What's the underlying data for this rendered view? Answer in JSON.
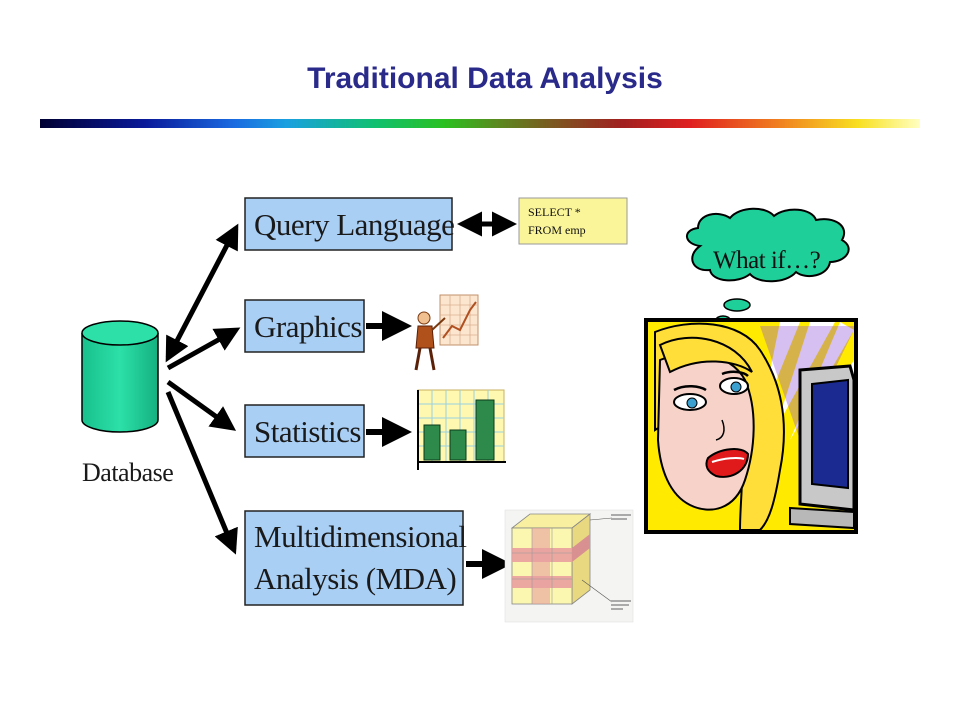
{
  "slide": {
    "title": "Traditional Data Analysis"
  },
  "database": {
    "label": "Database"
  },
  "methods": [
    {
      "label": "Query Language"
    },
    {
      "label": "Graphics"
    },
    {
      "label": "Statistics"
    },
    {
      "label_line1": "Multidimensional",
      "label_line2": "Analysis (MDA)"
    }
  ],
  "query_example": {
    "line1": "SELECT *",
    "line2": "FROM emp"
  },
  "thought_bubble": {
    "text": "What if…?"
  },
  "colors": {
    "title": "#2a2a8a",
    "box_fill": "#a9cff5",
    "database_fill": "#1fcf9a",
    "sql_note_fill": "#fbf59a"
  }
}
